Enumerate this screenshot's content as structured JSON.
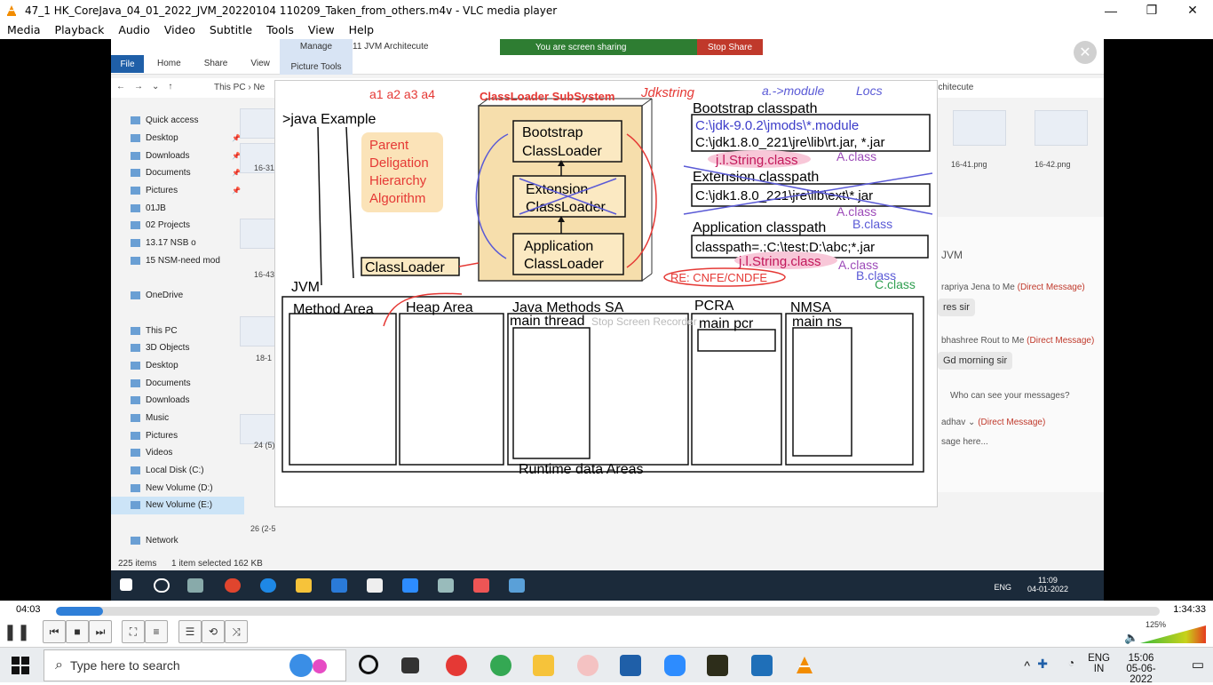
{
  "window": {
    "title": "47_1 HK_CoreJava_04_01_2022_JVM_20220104 110209_Taken_from_others.m4v - VLC media player",
    "buttons": [
      "—",
      "❐",
      "✕"
    ]
  },
  "menu": [
    "Media",
    "Playback",
    "Audio",
    "Video",
    "Subtitle",
    "Tools",
    "View",
    "Help"
  ],
  "recorded_screen": {
    "ribbon": {
      "file": "File",
      "tabs": [
        "Home",
        "Share",
        "View"
      ],
      "manage": "Manage",
      "picture_tools": "Picture Tools",
      "folder_tab": "11 JVM Architecute",
      "share_msg": "You are screen sharing",
      "stop_share": "Stop Share"
    },
    "address": {
      "path": "This PC  ›  Ne",
      "search": "rchitecute"
    },
    "nav_items": [
      {
        "label": "Quick access",
        "pin": false
      },
      {
        "label": "Desktop",
        "pin": true
      },
      {
        "label": "Downloads",
        "pin": true
      },
      {
        "label": "Documents",
        "pin": true
      },
      {
        "label": "Pictures",
        "pin": true
      },
      {
        "label": "01JB",
        "pin": false
      },
      {
        "label": "02 Projects",
        "pin": false
      },
      {
        "label": "13.17         NSB o",
        "pin": false
      },
      {
        "label": "15 NSM-need mod",
        "pin": false
      },
      {
        "label": "",
        "pin": false
      },
      {
        "label": "OneDrive",
        "pin": false
      },
      {
        "label": "",
        "pin": false
      },
      {
        "label": "This PC",
        "pin": false
      },
      {
        "label": "3D Objects",
        "pin": false
      },
      {
        "label": "Desktop",
        "pin": false
      },
      {
        "label": "Documents",
        "pin": false
      },
      {
        "label": "Downloads",
        "pin": false
      },
      {
        "label": "Music",
        "pin": false
      },
      {
        "label": "Pictures",
        "pin": false
      },
      {
        "label": "Videos",
        "pin": false
      },
      {
        "label": "Local Disk (C:)",
        "pin": false
      },
      {
        "label": "New Volume (D:)",
        "pin": false
      },
      {
        "label": "New Volume (E:)",
        "pin": false
      },
      {
        "label": "",
        "pin": false
      },
      {
        "label": "Network",
        "pin": false
      }
    ],
    "thumb_labels": [
      "16-31",
      "16-43",
      "18-1",
      "24 (5)",
      "26 (2-5"
    ],
    "right_thumb_labels": [
      "16-41.png",
      "16-42.png"
    ],
    "status": {
      "items": "225 items",
      "selected": "1 item selected  162 KB"
    },
    "chat": {
      "title": "JVM",
      "lines": [
        {
          "who": "rapriya Jena to Me",
          "tag": "(Direct Message)"
        },
        {
          "bubble": "res sir"
        },
        {
          "who": "bhashree Rout to Me",
          "tag": "(Direct Message)"
        },
        {
          "bubble": "Gd morning sir"
        },
        {
          "who": "Who can see your messages?",
          "tag": ""
        },
        {
          "who": "adhav ⌄",
          "tag": "(Direct Message)"
        },
        {
          "who": "sage here...",
          "tag": ""
        }
      ]
    },
    "tray": {
      "lang": "ENG",
      "time": "11:09",
      "date": "04-01-2022"
    }
  },
  "slide": {
    "cmd": ">java Example",
    "jvm": "JVM",
    "subsystem": "ClassLoader SubSystem",
    "parent_box": [
      "Parent",
      "Deligation",
      "Hierarchy",
      "Algorithm"
    ],
    "loaders": [
      [
        "Bootstrap",
        "ClassLoader"
      ],
      [
        "Extension",
        "ClassLoader"
      ],
      [
        "Application",
        "ClassLoader"
      ]
    ],
    "classloader": "ClassLoader",
    "bootstrap_cp": "Bootstrap classpath",
    "bootstrap_lines": [
      "C:\\jdk-9.0.2\\jmods\\*.module",
      "C:\\jdk1.8.0_221\\jre\\lib\\rt.jar, *.jar"
    ],
    "ext_cp": "Extension classpath",
    "ext_line": "C:\\jdk1.8.0_221\\jre\\lib\\ext\\*.jar",
    "app_cp": "Application classpath",
    "app_line": "classpath=.;C:\\test;D:\\abc;*.jar",
    "handwriting": {
      "top": "a1 a2 a3 a4",
      "jdks": "Jdkstring",
      "mod": "a.->module",
      "locs": "Locs",
      "jl_string": "j.l.String.class",
      "a_class": "A.class",
      "b_class": "B.class",
      "c_class": "C.class",
      "err": "RE: CNFE/CNDFE"
    },
    "areas": [
      "Method Area",
      "Heap Area",
      "Java Methods SA",
      "PCRA",
      "NMSA"
    ],
    "sub_areas": [
      "main thread",
      "main pcr",
      "main ns"
    ],
    "runtime": "Runtime data Areas",
    "watermark": "Stop Screen Recorder"
  },
  "player": {
    "elapsed": "04:03",
    "total": "1:34:33",
    "progress_fraction": 0.043,
    "volume": "125%"
  },
  "taskbar": {
    "search_placeholder": "Type here to search",
    "lang": "ENG",
    "region": "IN",
    "time": "15:06",
    "date": "05-06-2022"
  }
}
